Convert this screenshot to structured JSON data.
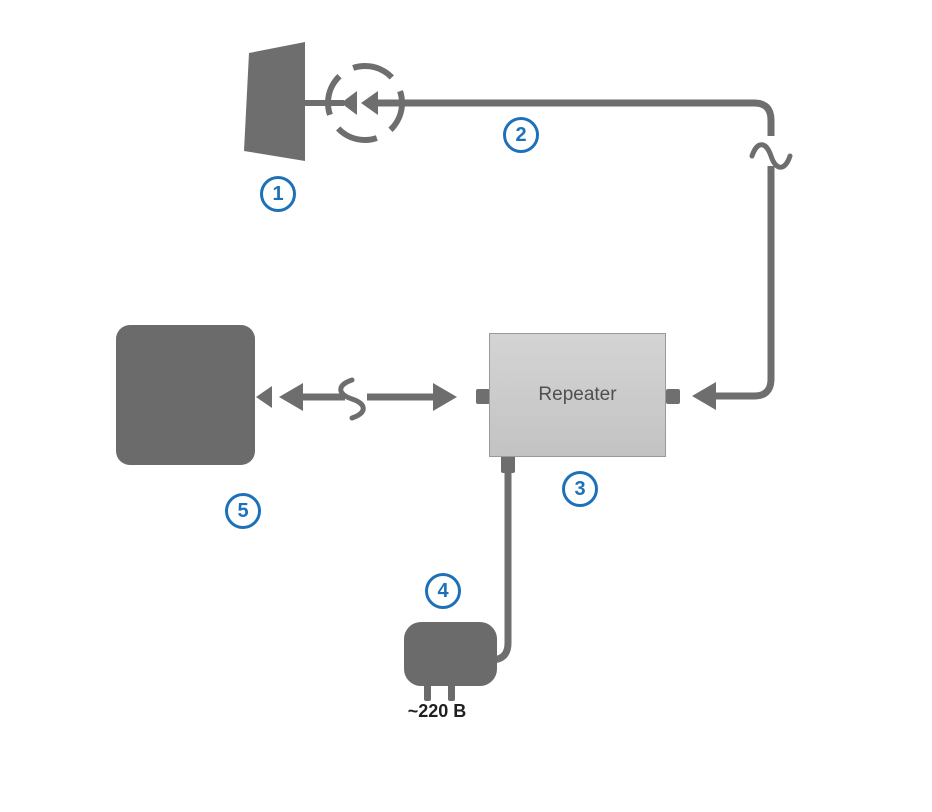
{
  "diagram": {
    "repeater_label": "Repeater",
    "power_voltage_label": "~220 В",
    "badges": {
      "outdoor_antenna": "1",
      "outdoor_cable": "2",
      "repeater": "3",
      "power_supply": "4",
      "indoor_antenna": "5"
    },
    "colors": {
      "cable_gray": "#6e6e6e",
      "device_dark_gray": "#6b6b6b",
      "repeater_fill": "#c9c9c9",
      "repeater_border": "#999999",
      "badge_blue": "#1d71b8",
      "text_dark": "#1f1f1f"
    }
  }
}
